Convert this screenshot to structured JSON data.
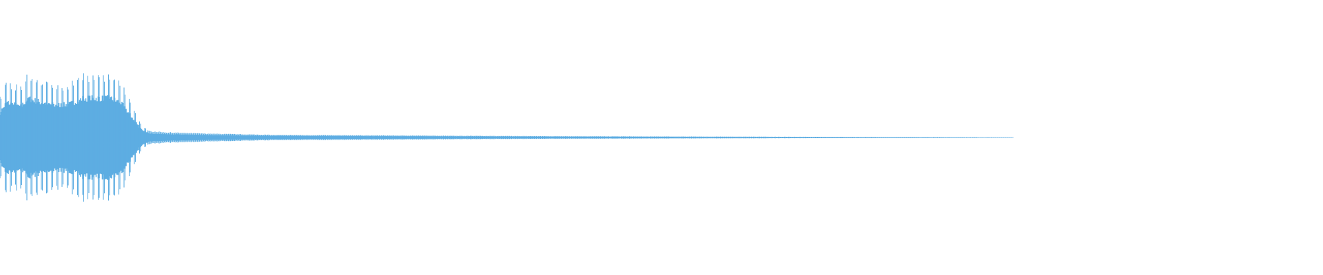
{
  "waveform": {
    "color": "#5dade2",
    "background": "#ffffff",
    "envelope": [
      {
        "t": 0.0,
        "amp": 0.6
      },
      {
        "t": 0.005,
        "amp": 0.85
      },
      {
        "t": 0.016,
        "amp": 0.75
      },
      {
        "t": 0.021,
        "amp": 0.95
      },
      {
        "t": 0.031,
        "amp": 0.85
      },
      {
        "t": 0.042,
        "amp": 0.78
      },
      {
        "t": 0.052,
        "amp": 0.8
      },
      {
        "t": 0.063,
        "amp": 0.95
      },
      {
        "t": 0.073,
        "amp": 0.95
      },
      {
        "t": 0.083,
        "amp": 0.95
      },
      {
        "t": 0.091,
        "amp": 0.85
      },
      {
        "t": 0.096,
        "amp": 0.65
      },
      {
        "t": 0.102,
        "amp": 0.4
      },
      {
        "t": 0.107,
        "amp": 0.2
      },
      {
        "t": 0.112,
        "amp": 0.1
      },
      {
        "t": 0.125,
        "amp": 0.08
      },
      {
        "t": 0.156,
        "amp": 0.06
      },
      {
        "t": 0.208,
        "amp": 0.04
      },
      {
        "t": 0.313,
        "amp": 0.03
      },
      {
        "t": 0.417,
        "amp": 0.02
      },
      {
        "t": 0.521,
        "amp": 0.015
      },
      {
        "t": 0.625,
        "amp": 0.01
      },
      {
        "t": 0.766,
        "amp": 0.005
      }
    ]
  }
}
